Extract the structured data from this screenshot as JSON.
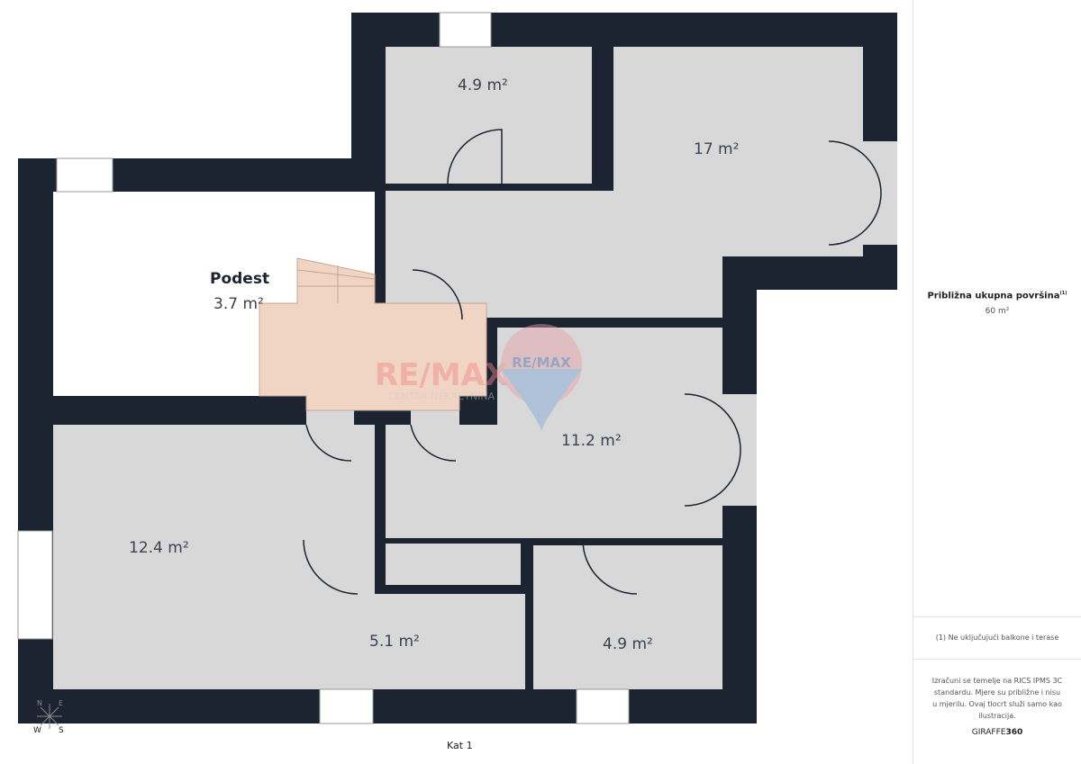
{
  "plan": {
    "rooms": [
      {
        "name": "room-4-9-top",
        "area": "4.9 m²"
      },
      {
        "name": "room-17",
        "area": "17 m²"
      },
      {
        "name": "room-podest",
        "title": "Podest",
        "area": "3.7 m²"
      },
      {
        "name": "room-11-2",
        "area": "11.2 m²"
      },
      {
        "name": "room-12-4",
        "area": "12.4 m²"
      },
      {
        "name": "room-5-1",
        "area": "5.1 m²"
      },
      {
        "name": "room-4-9-bottom",
        "area": "4.9 m²"
      }
    ],
    "floor_label": "Kat 1",
    "compass": {
      "n": "N",
      "e": "E",
      "w": "W",
      "s": "S"
    },
    "watermark": {
      "brand": "RE/MAX",
      "sub": "CENTAR NEKRETNINA"
    },
    "colors": {
      "wall": "#1c2331",
      "room": "#d8d8d8",
      "podest": "#f0d4c4"
    }
  },
  "panel": {
    "total_label": "Približna ukupna površina",
    "total_note_marker": "(1)",
    "total_value": "60 m²",
    "footnote": "(1) Ne uključujući balkone i terase",
    "disclaimer": "Izračuni se temelje na RICS IPMS 3C standardu. Mjere su približne i nisu u mjerilu. Ovaj tlocrt služi samo kao ilustracija.",
    "brand_a": "GIRAFFE",
    "brand_b": "360"
  }
}
